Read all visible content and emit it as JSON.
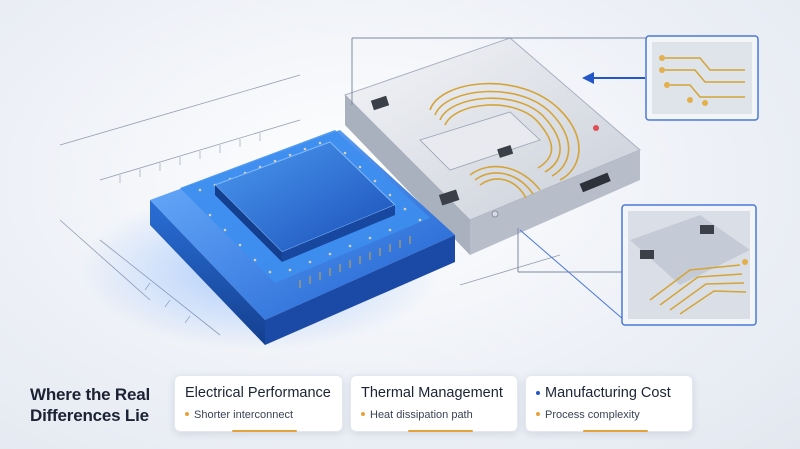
{
  "section": {
    "title": "Where the Real Differences Lie"
  },
  "cards": [
    {
      "title": "Electrical Performance",
      "bullet": "Shorter interconnect"
    },
    {
      "title": "Thermal Management",
      "bullet": "Heat dissipation path"
    },
    {
      "title": "Manufacturing Cost",
      "bullet": "Process complexity"
    }
  ],
  "colors": {
    "chip_blue": "#2f7fe0",
    "gold_trace": "#d4a437",
    "accent_orange": "#e6a23c",
    "arrow_blue": "#2556c8"
  }
}
